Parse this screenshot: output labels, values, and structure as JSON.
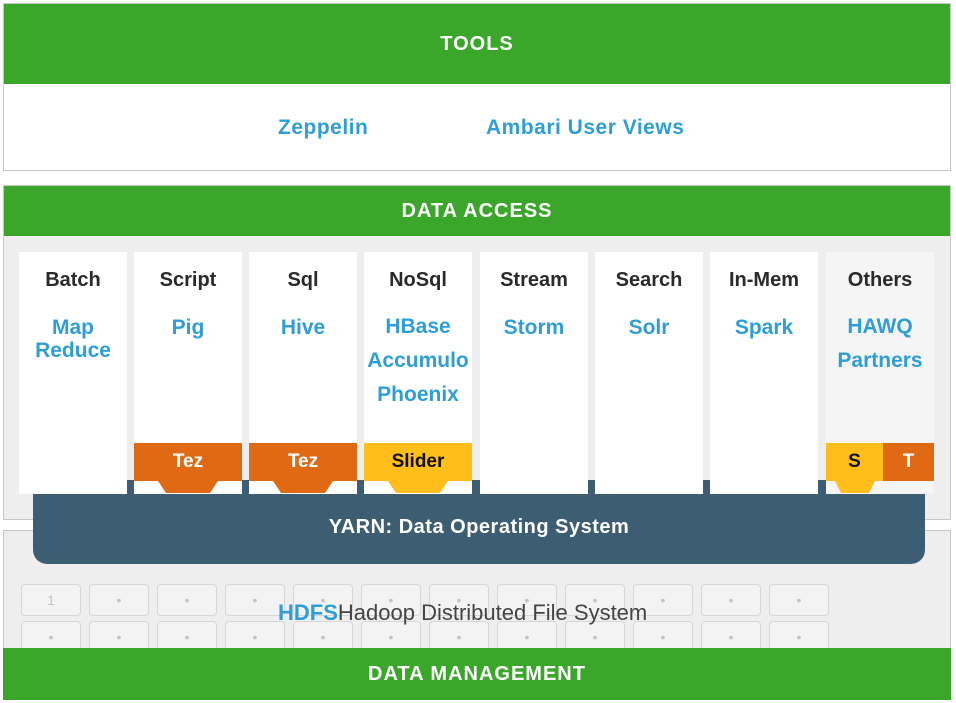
{
  "tools": {
    "title": "TOOLS",
    "items": [
      "Zeppelin",
      "Ambari User Views"
    ]
  },
  "data_access": {
    "title": "DATA ACCESS",
    "engines": [
      {
        "category": "Batch",
        "items": [
          "Map",
          "Reduce"
        ]
      },
      {
        "category": "Script",
        "items": [
          "Pig"
        ]
      },
      {
        "category": "Sql",
        "items": [
          "Hive"
        ]
      },
      {
        "category": "NoSql",
        "items": [
          "HBase",
          "Accumulo",
          "Phoenix"
        ]
      },
      {
        "category": "Stream",
        "items": [
          "Storm"
        ]
      },
      {
        "category": "Search",
        "items": [
          "Solr"
        ]
      },
      {
        "category": "In-Mem",
        "items": [
          "Spark"
        ]
      },
      {
        "category": "Others",
        "items": [
          "HAWQ",
          "Partners"
        ]
      }
    ],
    "chips": {
      "script": "Tez",
      "sql": "Tez",
      "nosql": "Slider",
      "others_s": "S",
      "others_t": "T"
    }
  },
  "yarn": {
    "label": "YARN: Data Operating System"
  },
  "hdfs": {
    "acronym": "HDFS",
    "label": "Hadoop Distributed File System",
    "first_cell": "1",
    "cell_mark": "•"
  },
  "data_management": {
    "title": "DATA MANAGEMENT"
  },
  "colors": {
    "green": "#3aa72a",
    "blue": "#2f9ed7",
    "orange": "#e06a13",
    "yellow": "#ffbe1a",
    "yarn": "#3d5d72"
  }
}
